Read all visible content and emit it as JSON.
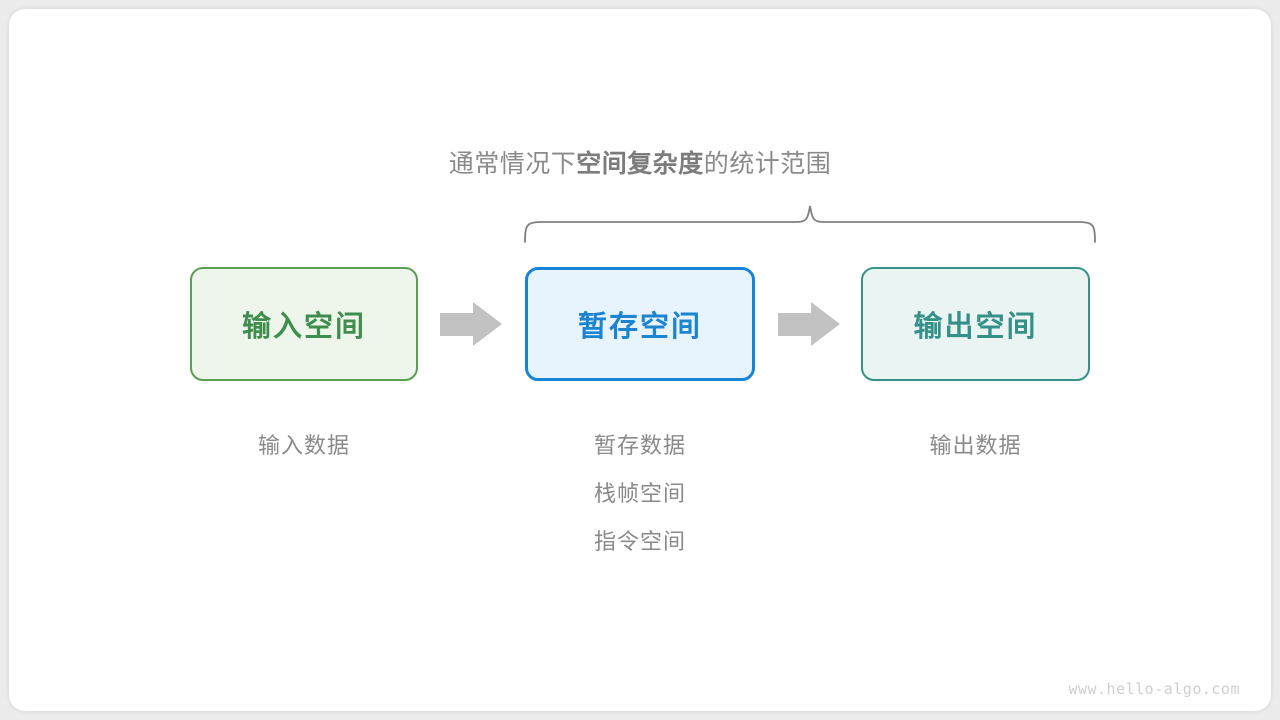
{
  "diagram": {
    "caption": {
      "prefix": "通常情况下",
      "emphasis": "空间复杂度",
      "suffix": "的统计范围"
    },
    "brace": {
      "name": "curly-brace",
      "color": "#808080",
      "spans": [
        "暂存空间",
        "输出空间"
      ]
    },
    "stages": [
      {
        "key": "input",
        "box_label": "输入空间",
        "box_fill": "#eef6ec",
        "box_border": "#5a9e52",
        "box_text_color": "#3f8e4e",
        "details": [
          "输入数据"
        ]
      },
      {
        "key": "temp",
        "box_label": "暂存空间",
        "box_fill": "#e8f4fd",
        "box_border": "#1884d6",
        "box_text_color": "#1d84cf",
        "details": [
          "暂存数据",
          "栈帧空间",
          "指令空间"
        ]
      },
      {
        "key": "output",
        "box_label": "输出空间",
        "box_fill": "#eaf4f2",
        "box_border": "#38908a",
        "box_text_color": "#35908a",
        "details": [
          "输出数据"
        ]
      }
    ],
    "arrows": [
      {
        "name": "arrow-input-to-temp",
        "color": "#c2c2c2"
      },
      {
        "name": "arrow-temp-to-output",
        "color": "#c2c2c2"
      }
    ],
    "watermark": "www.hello-algo.com",
    "background": "#ffffff",
    "page_background": "#ececec"
  }
}
